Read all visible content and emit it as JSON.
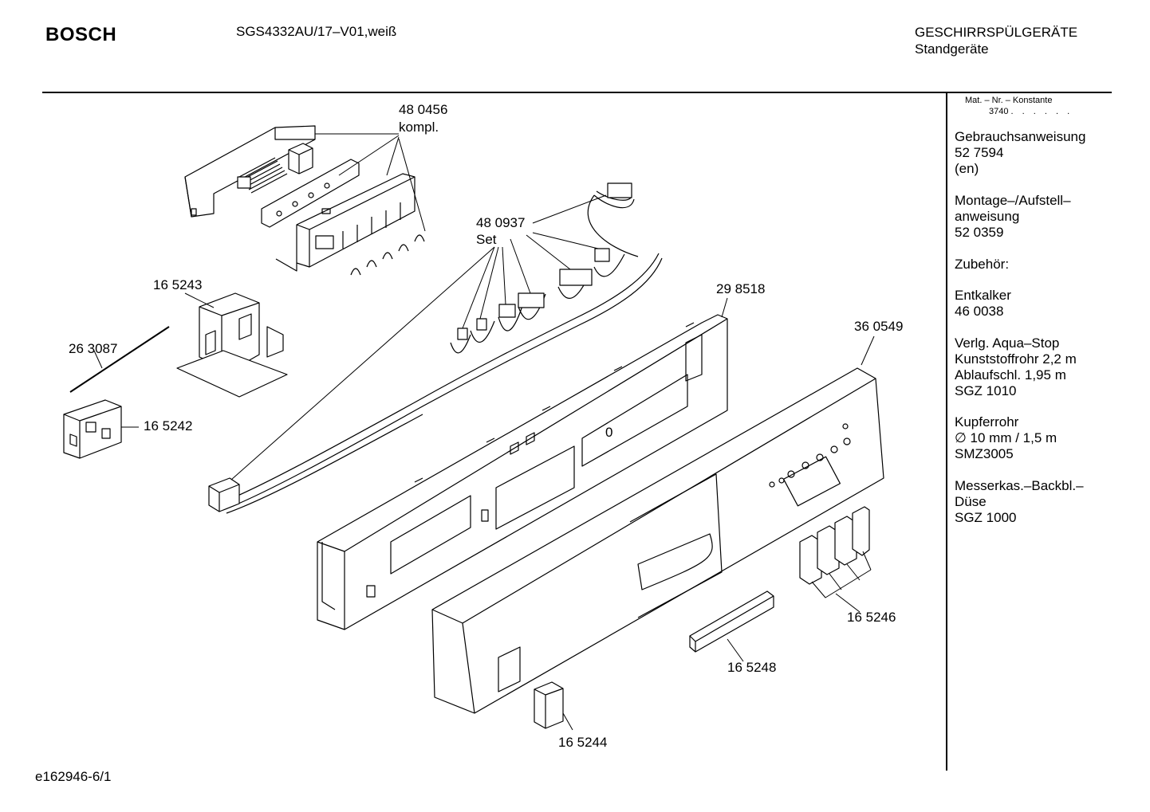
{
  "header": {
    "brand": "BOSCH",
    "model": "SGS4332AU/17–V01,weiß",
    "category": "GESCHIRRSPÜLGERÄTE",
    "subcategory": "Standgeräte"
  },
  "sidebar": {
    "konstante_header": "Mat. – Nr. – Konstante",
    "konstante_value": "3740",
    "konstante_dots": ". . . . . .",
    "sections": [
      {
        "lines": [
          "Gebrauchsanweisung",
          "52 7594",
          "(en)"
        ]
      },
      {
        "lines": [
          "Montage–/Aufstell–",
          "anweisung",
          "52 0359"
        ]
      },
      {
        "lines": [
          "Zubehör:"
        ]
      },
      {
        "lines": [
          "Entkalker",
          "46 0038"
        ]
      },
      {
        "lines": [
          "Verlg. Aqua–Stop",
          "Kunststoffrohr 2,2 m",
          "Ablaufschl. 1,95 m",
          "SGZ 1010"
        ]
      },
      {
        "lines": [
          "Kupferrohr",
          "∅ 10 mm / 1,5 m",
          "SMZ3005"
        ]
      },
      {
        "lines": [
          "Messerkas.–Backbl.–",
          "Düse",
          "SGZ 1000"
        ]
      }
    ]
  },
  "parts": {
    "p480456": "48 0456",
    "p480456_note": "kompl.",
    "p480937": "48 0937",
    "p480937_note": "Set",
    "p165243": "16 5243",
    "p263087": "26 3087",
    "p165242": "16 5242",
    "p298518": "29 8518",
    "p360549": "36 0549",
    "p165246": "16 5246",
    "p165248": "16 5248",
    "p165244": "16 5244",
    "display_zero": "0"
  },
  "footer": {
    "code": "e162946-6/1"
  }
}
